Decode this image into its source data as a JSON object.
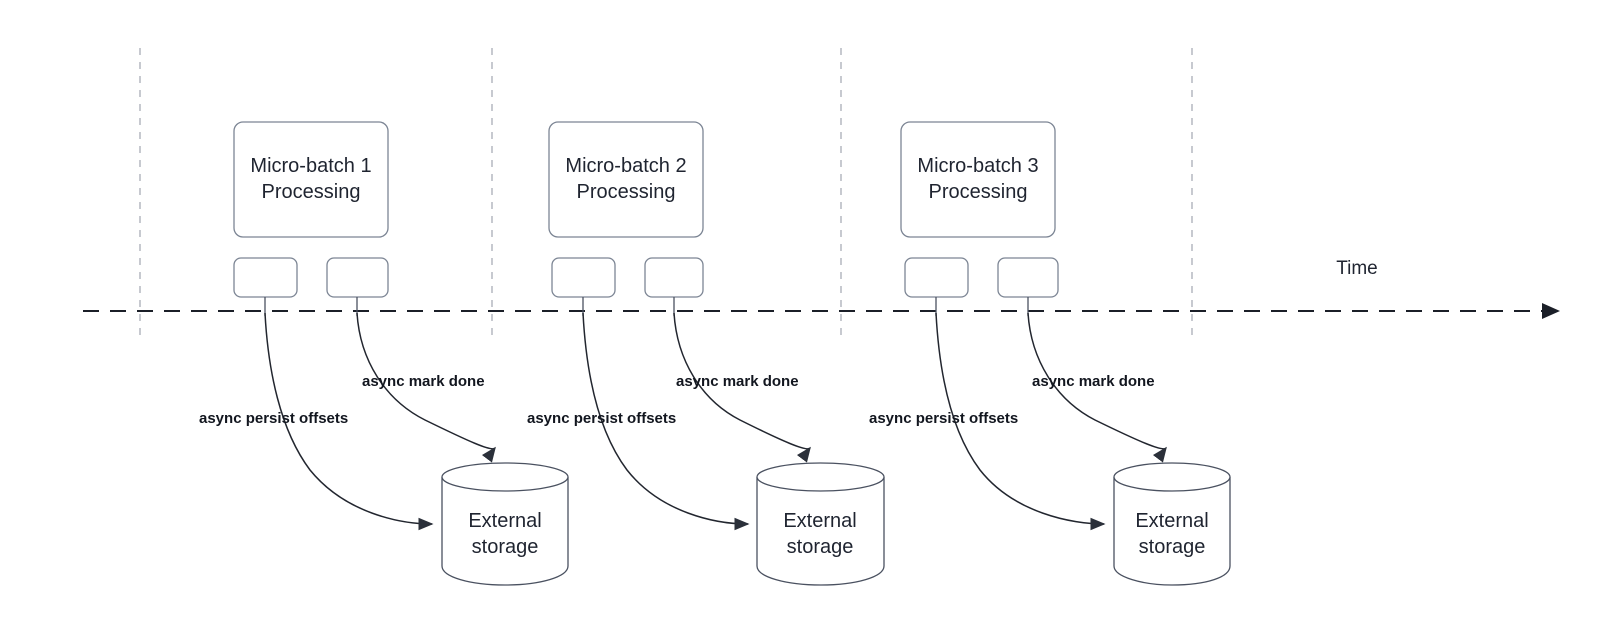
{
  "diagram": {
    "title_axis": "Time",
    "groups": [
      {
        "batch_label_line1": "Micro-batch 1",
        "batch_label_line2": "Processing",
        "storage_label_line1": "External",
        "storage_label_line2": "storage",
        "persist_label": "async persist offsets",
        "mark_label": "async mark done"
      },
      {
        "batch_label_line1": "Micro-batch 2",
        "batch_label_line2": "Processing",
        "storage_label_line1": "External",
        "storage_label_line2": "storage",
        "persist_label": "async persist offsets",
        "mark_label": "async mark done"
      },
      {
        "batch_label_line1": "Micro-batch 3",
        "batch_label_line2": "Processing",
        "storage_label_line1": "External",
        "storage_label_line2": "storage",
        "persist_label": "async persist offsets",
        "mark_label": "async mark done"
      }
    ],
    "colors": {
      "background": "#ffffff",
      "node_stroke": "#7c8594",
      "cylinder_stroke": "#4a5160",
      "timeline_stroke": "#1b1f28",
      "guide_stroke": "#b9bcc4",
      "flow_stroke": "#22262f",
      "text": "#1f2430"
    }
  }
}
